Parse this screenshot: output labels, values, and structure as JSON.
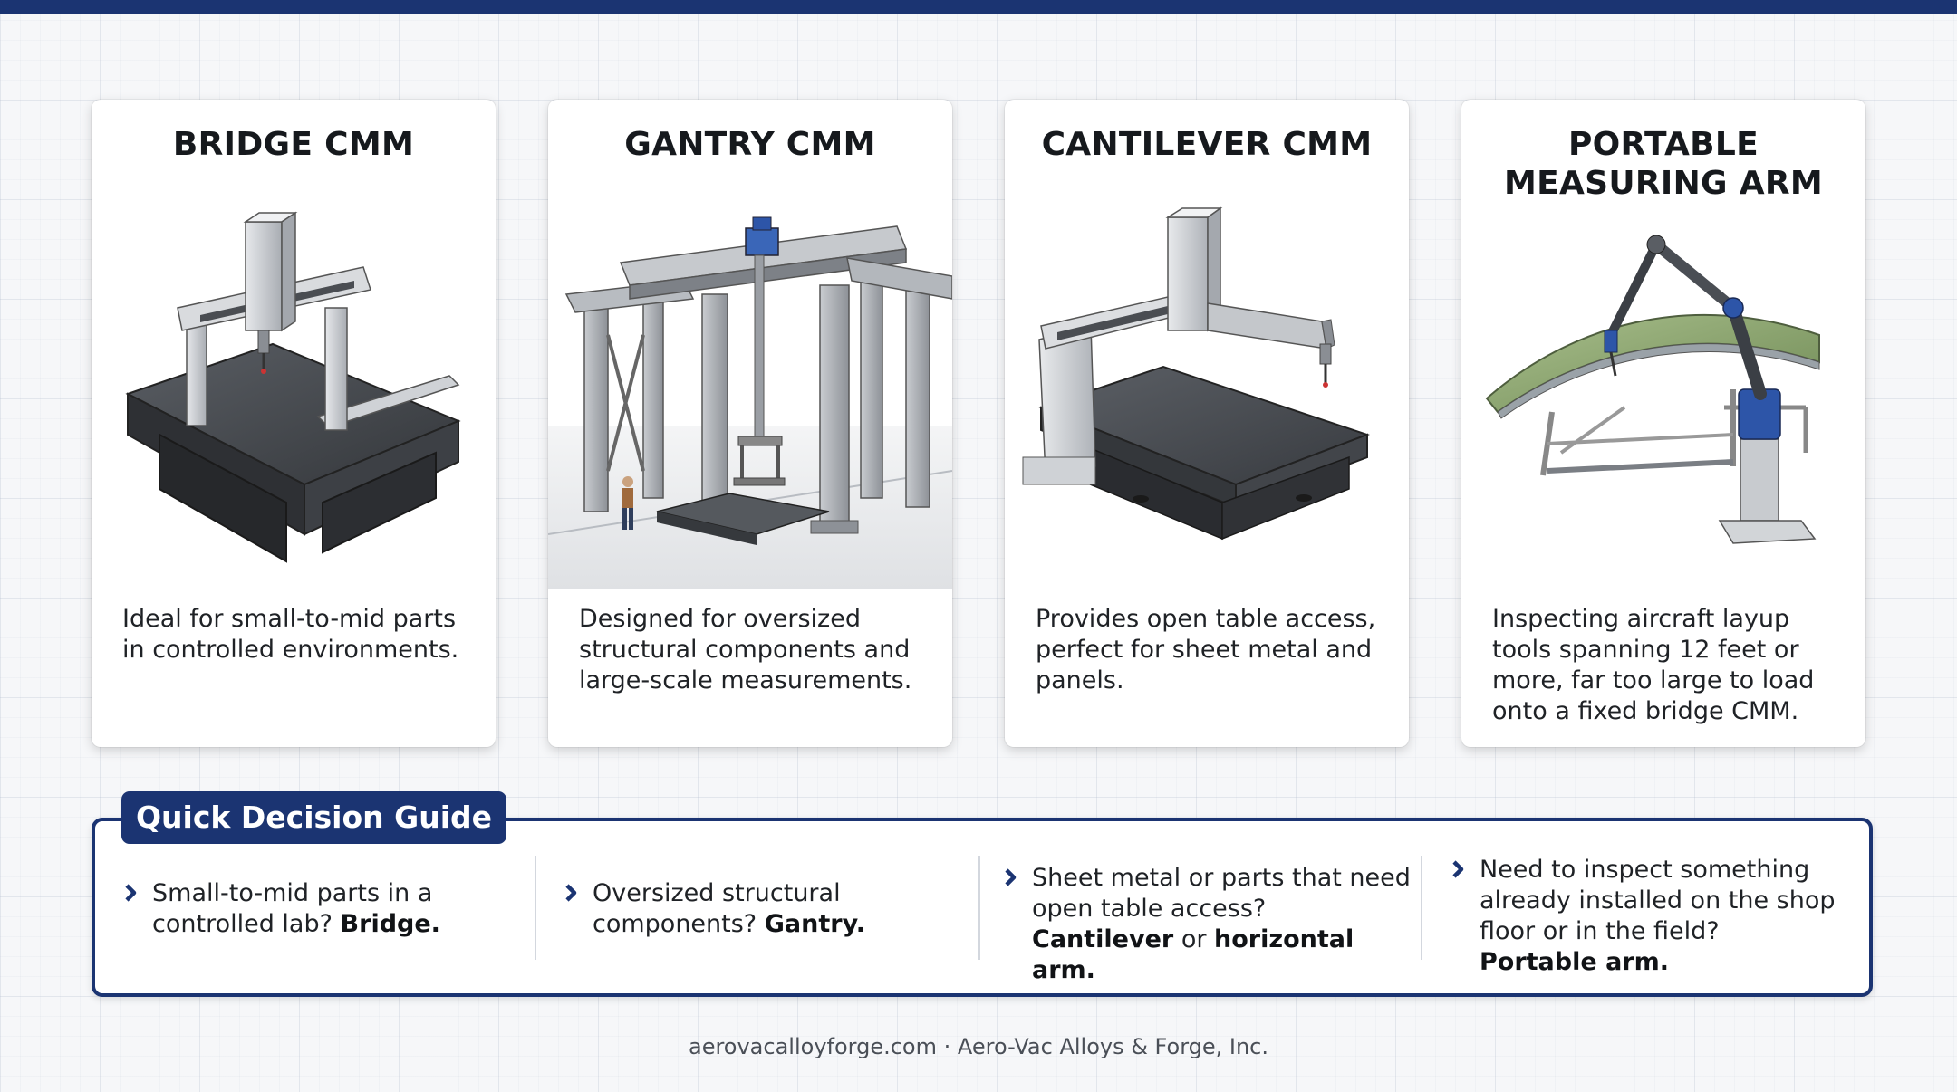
{
  "cards": [
    {
      "title": "BRIDGE CMM",
      "description": "Ideal for small-to-mid parts in controlled environments."
    },
    {
      "title": "GANTRY CMM",
      "description": "Designed for oversized structural components and large-scale measurements."
    },
    {
      "title": "CANTILEVER CMM",
      "description": "Provides open table access, perfect for sheet metal and panels."
    },
    {
      "title": "PORTABLE MEASURING ARM",
      "description": "Inspecting aircraft layup tools spanning 12 feet or more, far too large to load onto a fixed bridge CMM."
    }
  ],
  "guide": {
    "title": "Quick Decision Guide",
    "items": [
      {
        "text": "Small-to-mid parts in a controlled lab?",
        "answer": "Bridge."
      },
      {
        "text": "Oversized structural components?",
        "answer": "Gantry."
      },
      {
        "text": "Sheet metal or parts that need open table access?",
        "answer": "Cantilever",
        "join": "or",
        "answer2": "horizontal arm."
      },
      {
        "text": "Need to inspect something already installed on the shop floor or in the field?",
        "answer": "Portable arm."
      }
    ]
  },
  "footer": "aerovacalloyforge.com · Aero-Vac Alloys & Forge, Inc.",
  "colors": {
    "navy": "#1b3472",
    "arm_blue": "#2d55a8",
    "tool_green": "#8fa872",
    "granite": "#4a4d52"
  },
  "icons": [
    "chevron-right-icon"
  ]
}
